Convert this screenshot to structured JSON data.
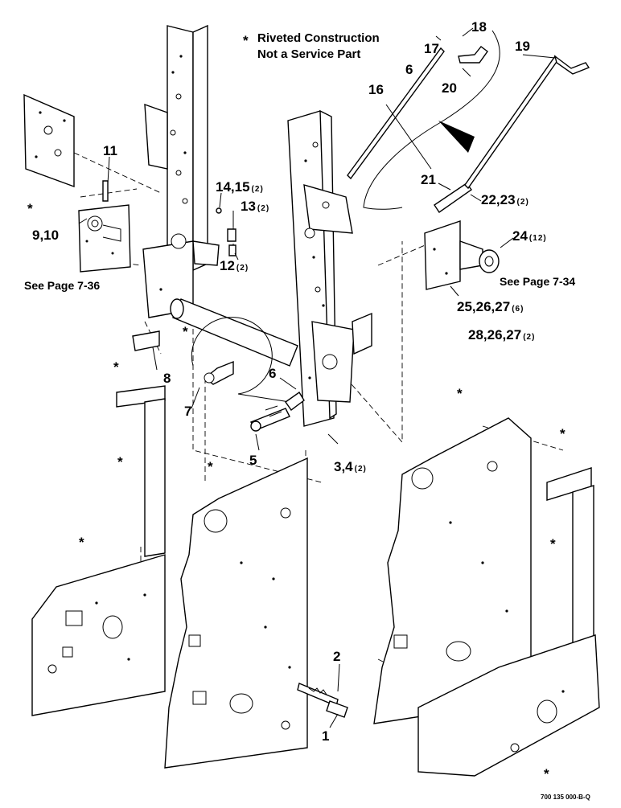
{
  "note": {
    "star": "*",
    "line1": "Riveted Construction",
    "line2": "Not a Service Part"
  },
  "refs": {
    "page_left": "See Page 7-36",
    "page_right": "See Page 7-34"
  },
  "callouts": [
    {
      "id": "c1",
      "text": "1",
      "qty": ""
    },
    {
      "id": "c2",
      "text": "2",
      "qty": ""
    },
    {
      "id": "c34",
      "text": "3,4",
      "qty": "(2)"
    },
    {
      "id": "c5",
      "text": "5",
      "qty": ""
    },
    {
      "id": "c6a",
      "text": "6",
      "qty": ""
    },
    {
      "id": "c6b",
      "text": "6",
      "qty": ""
    },
    {
      "id": "c7",
      "text": "7",
      "qty": ""
    },
    {
      "id": "c8",
      "text": "8",
      "qty": ""
    },
    {
      "id": "c910",
      "text": "9,10",
      "qty": ""
    },
    {
      "id": "c11",
      "text": "11",
      "qty": ""
    },
    {
      "id": "c12",
      "text": "12",
      "qty": "(2)"
    },
    {
      "id": "c13",
      "text": "13",
      "qty": "(2)"
    },
    {
      "id": "c1415",
      "text": "14,15",
      "qty": "(2)"
    },
    {
      "id": "c16",
      "text": "16",
      "qty": ""
    },
    {
      "id": "c17",
      "text": "17",
      "qty": ""
    },
    {
      "id": "c18",
      "text": "18",
      "qty": ""
    },
    {
      "id": "c19",
      "text": "19",
      "qty": ""
    },
    {
      "id": "c20",
      "text": "20",
      "qty": ""
    },
    {
      "id": "c21",
      "text": "21",
      "qty": ""
    },
    {
      "id": "c2223",
      "text": "22,23",
      "qty": "(2)"
    },
    {
      "id": "c24",
      "text": "24",
      "qty": "(12)"
    },
    {
      "id": "c252627",
      "text": "25,26,27",
      "qty": "(6)"
    },
    {
      "id": "c282627",
      "text": "28,26,27",
      "qty": "(2)"
    }
  ],
  "footer": {
    "drawing_code": "700 135 000-B-Q"
  }
}
